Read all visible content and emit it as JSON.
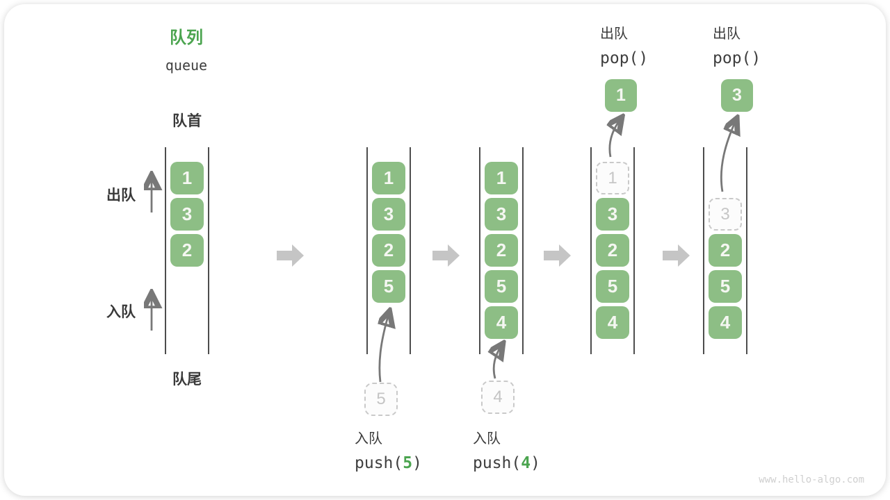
{
  "title": {
    "zh": "队列",
    "en": "queue"
  },
  "side_labels": {
    "front": "队首",
    "rear": "队尾",
    "dequeue": "出队",
    "enqueue": "入队"
  },
  "queue_states": [
    {
      "cells": [
        {
          "v": "1",
          "s": "solid"
        },
        {
          "v": "3",
          "s": "solid"
        },
        {
          "v": "2",
          "s": "solid"
        }
      ]
    },
    {
      "cells": [
        {
          "v": "1",
          "s": "solid"
        },
        {
          "v": "3",
          "s": "solid"
        },
        {
          "v": "2",
          "s": "solid"
        },
        {
          "v": "5",
          "s": "solid"
        }
      ]
    },
    {
      "cells": [
        {
          "v": "1",
          "s": "solid"
        },
        {
          "v": "3",
          "s": "solid"
        },
        {
          "v": "2",
          "s": "solid"
        },
        {
          "v": "5",
          "s": "solid"
        },
        {
          "v": "4",
          "s": "solid"
        }
      ]
    },
    {
      "cells": [
        {
          "v": "1",
          "s": "dashed"
        },
        {
          "v": "3",
          "s": "solid"
        },
        {
          "v": "2",
          "s": "solid"
        },
        {
          "v": "5",
          "s": "solid"
        },
        {
          "v": "4",
          "s": "solid"
        }
      ]
    },
    {
      "cells": [
        {
          "v": "",
          "s": "empty"
        },
        {
          "v": "3",
          "s": "dashed"
        },
        {
          "v": "2",
          "s": "solid"
        },
        {
          "v": "5",
          "s": "solid"
        },
        {
          "v": "4",
          "s": "solid"
        }
      ]
    }
  ],
  "push_ops": [
    {
      "label": "入队",
      "code_pre": "push(",
      "arg": "5",
      "code_post": ")",
      "staged": "5"
    },
    {
      "label": "入队",
      "code_pre": "push(",
      "arg": "4",
      "code_post": ")",
      "staged": "4"
    }
  ],
  "pop_ops": [
    {
      "label": "出队",
      "code": "pop()",
      "popped": "1"
    },
    {
      "label": "出队",
      "code": "pop()",
      "popped": "3"
    }
  ],
  "watermark": "www.hello-algo.com",
  "colors": {
    "accent_green": "#4BA44F",
    "box_green": "#8DBE85",
    "block_arrow_gray": "#C5C5C5",
    "flow_arrow_gray": "#787878",
    "ghost_gray": "#C9C9C9"
  }
}
